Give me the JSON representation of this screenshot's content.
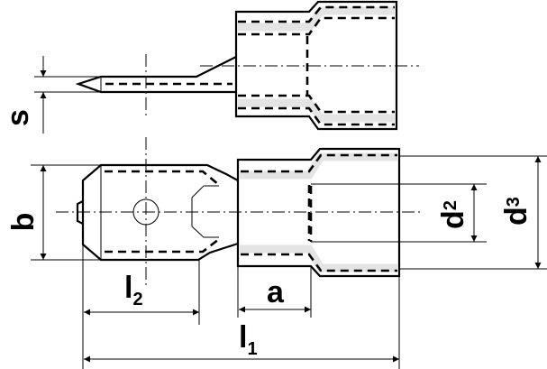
{
  "dimensions": {
    "s": "s",
    "b": "b",
    "l2": {
      "main": "l",
      "sub": "2"
    },
    "a": "a",
    "l1": {
      "main": "l",
      "sub": "1"
    },
    "d2": {
      "main": "d",
      "sub": "2"
    },
    "d3": {
      "main": "d",
      "sub": "3"
    }
  }
}
